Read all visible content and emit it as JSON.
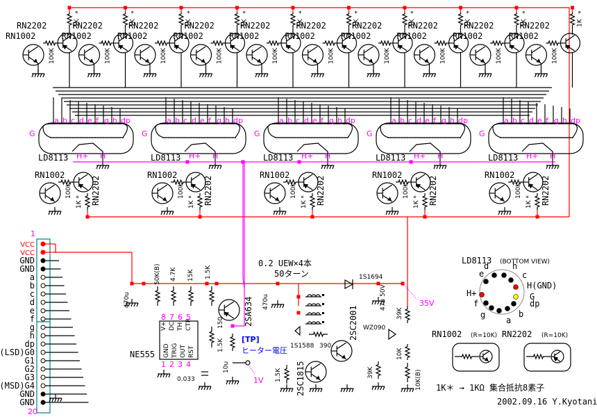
{
  "colors": {
    "wire": "#000000",
    "power": "#ff0000",
    "heater": "#ff00ff",
    "connector": "#008080",
    "note": "#0000ff",
    "pin_gnd_h": "#ff0000",
    "pin_g": "#ffff00"
  },
  "digit_drivers": {
    "count": 5,
    "pnp_label": "RN2202",
    "npn_label": "RN1002",
    "base_resistor": "100K",
    "pullup": "1K",
    "pullup_star": "*"
  },
  "tubes": {
    "count": 5,
    "model": "LD8113",
    "pins": [
      "a",
      "b",
      "c",
      "d",
      "e",
      "f",
      "g",
      "h",
      "dp"
    ],
    "grid_label": "G",
    "heater_plus": "H+",
    "heater": "H"
  },
  "segment_drivers": {
    "npn_label": "RN1002",
    "pnp_label": "RN2202",
    "base_resistor": "100K",
    "pullup": "1K *"
  },
  "connector": {
    "first_pin": "1",
    "last_pin": "20",
    "pins": [
      {
        "label": "VCC",
        "type": "power"
      },
      {
        "label": "VCC",
        "type": "power"
      },
      {
        "label": "GND",
        "type": "gnd"
      },
      {
        "label": "GND",
        "type": "gnd"
      },
      {
        "label": "a",
        "type": "sig"
      },
      {
        "label": "b",
        "type": "sig"
      },
      {
        "label": "c",
        "type": "sig"
      },
      {
        "label": "d",
        "type": "sig"
      },
      {
        "label": "e",
        "type": "sig"
      },
      {
        "label": "f",
        "type": "sig"
      },
      {
        "label": "g",
        "type": "sig"
      },
      {
        "label": "h",
        "type": "sig"
      },
      {
        "label": "dp",
        "type": "sig"
      },
      {
        "label": "(LSD)G0",
        "type": "sig"
      },
      {
        "label": "G1",
        "type": "sig"
      },
      {
        "label": "G2",
        "type": "sig"
      },
      {
        "label": "G3",
        "type": "sig"
      },
      {
        "label": "(MSD)G4",
        "type": "sig"
      },
      {
        "label": "GND",
        "type": "gnd"
      },
      {
        "label": "GND",
        "type": "gnd"
      }
    ]
  },
  "power_supply": {
    "timer": "NE555",
    "timer_pins_top": [
      "V+",
      "DC",
      "TH",
      "CTR"
    ],
    "timer_pins_bottom": [
      "GND",
      "TRIG",
      "OUT",
      "RST"
    ],
    "timer_pin_nums_top": [
      "8",
      "7",
      "6",
      "5"
    ],
    "timer_pin_nums_bottom": [
      "1",
      "2",
      "3",
      "4"
    ],
    "c_in": "470u",
    "r_pot": "50K(B)",
    "r1": "4.7K",
    "r2": "15K",
    "r3": "1.5K",
    "r_150": "150",
    "r_15k_b": "1.5K",
    "c_timing": "0.033",
    "c_10u": "10u",
    "pnp": "2SA634",
    "c_470_2": "470u",
    "transformer_note": "0.2 UEW×4本",
    "transformer_turns": "50ターン",
    "diode_out": "1S1694",
    "c_out": "47u 50V",
    "diode_fb": "1S1588",
    "r_390": "390",
    "npn_main": "2SC2001",
    "npn_sm": "2SC1815",
    "r_15k_c": "1.5K",
    "zener": "WZ090",
    "r_39k_a": "39K",
    "r_39k_b": "39K",
    "r_10k": "10K",
    "r_pot2": "10K(B)",
    "tp_label": "[TP]",
    "tp_desc": "ヒーター電圧",
    "tp_value": "1V",
    "out_voltage": "35V"
  },
  "pinout": {
    "title": "LD8113",
    "subtitle": "(BOTTOM VIEW)",
    "labels": [
      "d",
      "h",
      "e",
      "c",
      "H(GND)",
      "H+",
      "G",
      "f",
      "dp",
      "g",
      "b",
      "a"
    ]
  },
  "legend": {
    "rn1002": "RN1002",
    "rn1002_note": "(R=10K)",
    "rn2202": "RN2202",
    "rn2202_note": "(R=10K)",
    "note": "1K＊ → 1KΩ 集合抵抗8素子",
    "signature": "2002.09.16 Y.Kyotani"
  }
}
